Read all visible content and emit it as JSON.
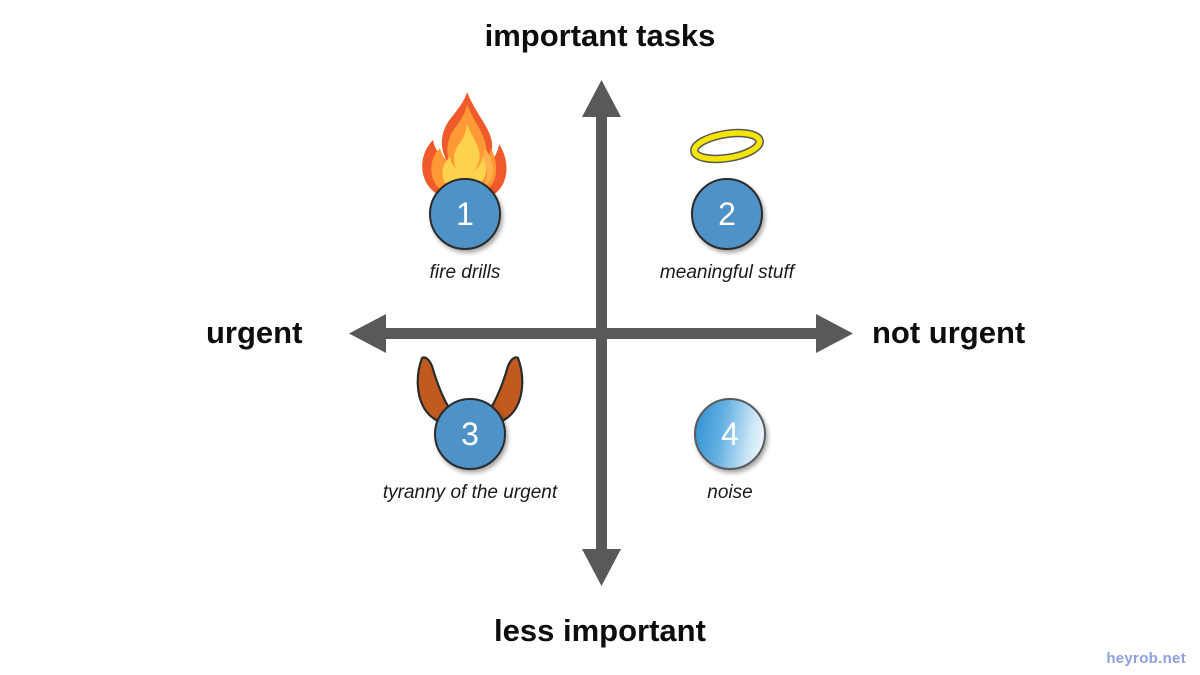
{
  "diagram": {
    "title_axis_top": "important tasks",
    "title_axis_bottom": "less important",
    "title_axis_left": "urgent",
    "title_axis_right": "not urgent",
    "axis_color": "#595959",
    "badge_color": "#4e92c8",
    "badge_text_color": "#ffffff",
    "flame_colors": {
      "outer": "#F0592A",
      "mid": "#FF9933",
      "inner": "#FFD24D"
    },
    "halo_color": "#F5E500",
    "horn_color": "#C05A1E",
    "quadrants": [
      {
        "number": "1",
        "caption": "fire drills",
        "icon": "flame-icon"
      },
      {
        "number": "2",
        "caption": "meaningful stuff",
        "icon": "halo-icon"
      },
      {
        "number": "3",
        "caption": "tyranny of the urgent",
        "icon": "devil-horns-icon"
      },
      {
        "number": "4",
        "caption": "noise",
        "icon": "fading-circle-icon"
      }
    ]
  },
  "watermark": {
    "text": "heyrob.net",
    "color": "#8e9fe0"
  }
}
